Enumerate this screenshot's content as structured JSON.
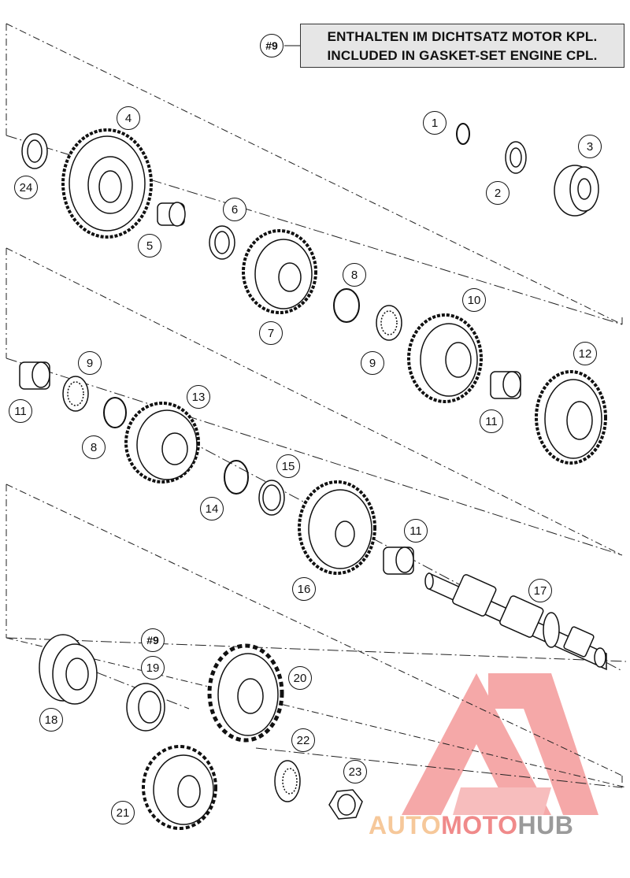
{
  "note": {
    "tag": "#9",
    "line1": "ENTHALTEN IM DICHTSATZ MOTOR KPL.",
    "line2": "INCLUDED IN GASKET-SET ENGINE CPL."
  },
  "callouts": [
    {
      "id": "c1",
      "label": "1"
    },
    {
      "id": "c2",
      "label": "2"
    },
    {
      "id": "c3",
      "label": "3"
    },
    {
      "id": "c4",
      "label": "4"
    },
    {
      "id": "c5",
      "label": "5"
    },
    {
      "id": "c6",
      "label": "6"
    },
    {
      "id": "c7",
      "label": "7"
    },
    {
      "id": "c8a",
      "label": "8"
    },
    {
      "id": "c8b",
      "label": "8"
    },
    {
      "id": "c9a",
      "label": "9"
    },
    {
      "id": "c9b",
      "label": "9"
    },
    {
      "id": "c10",
      "label": "10"
    },
    {
      "id": "c11a",
      "label": "11"
    },
    {
      "id": "c11b",
      "label": "11"
    },
    {
      "id": "c11c",
      "label": "11"
    },
    {
      "id": "c12",
      "label": "12"
    },
    {
      "id": "c13",
      "label": "13"
    },
    {
      "id": "c14",
      "label": "14"
    },
    {
      "id": "c15",
      "label": "15"
    },
    {
      "id": "c16",
      "label": "16"
    },
    {
      "id": "c17",
      "label": "17"
    },
    {
      "id": "c18",
      "label": "18"
    },
    {
      "id": "c19",
      "label": "19"
    },
    {
      "id": "c20",
      "label": "20"
    },
    {
      "id": "c21",
      "label": "21"
    },
    {
      "id": "c22",
      "label": "22"
    },
    {
      "id": "c23",
      "label": "23"
    },
    {
      "id": "c24",
      "label": "24"
    }
  ],
  "hash_label": "#9",
  "watermark": {
    "part1": "AUTO",
    "part2": "MOTO",
    "part3": "HUB",
    "color1": "#f6c89a",
    "color2": "#f08a8a",
    "color3": "#9a9a9a"
  }
}
